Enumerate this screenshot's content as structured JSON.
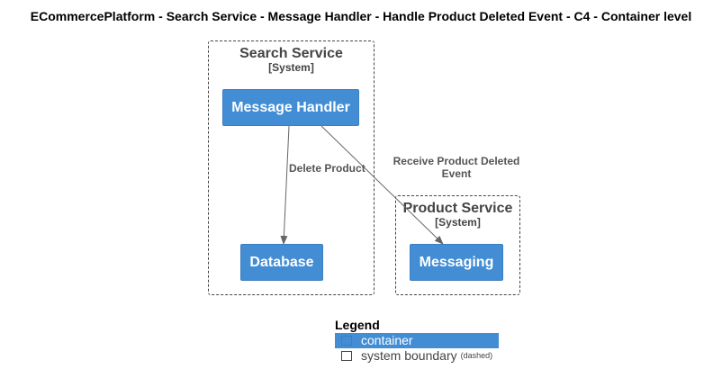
{
  "title": "ECommercePlatform - Search Service - Message Handler - Handle Product Deleted Event - C4 - Container level",
  "boundaries": {
    "search": {
      "name": "Search Service",
      "type": "[System]"
    },
    "product": {
      "name": "Product Service",
      "type": "[System]"
    }
  },
  "containers": {
    "message_handler": "Message Handler",
    "database": "Database",
    "messaging": "Messaging"
  },
  "edges": {
    "delete_product": "Delete Product",
    "receive_line1": "Receive Product Deleted",
    "receive_line2": "Event"
  },
  "legend": {
    "title": "Legend",
    "container_label": "container",
    "boundary_label": "system boundary",
    "boundary_note": "(dashed)"
  },
  "colors": {
    "container": "#438dd5",
    "boundary": "#444444",
    "edge": "#666666"
  }
}
